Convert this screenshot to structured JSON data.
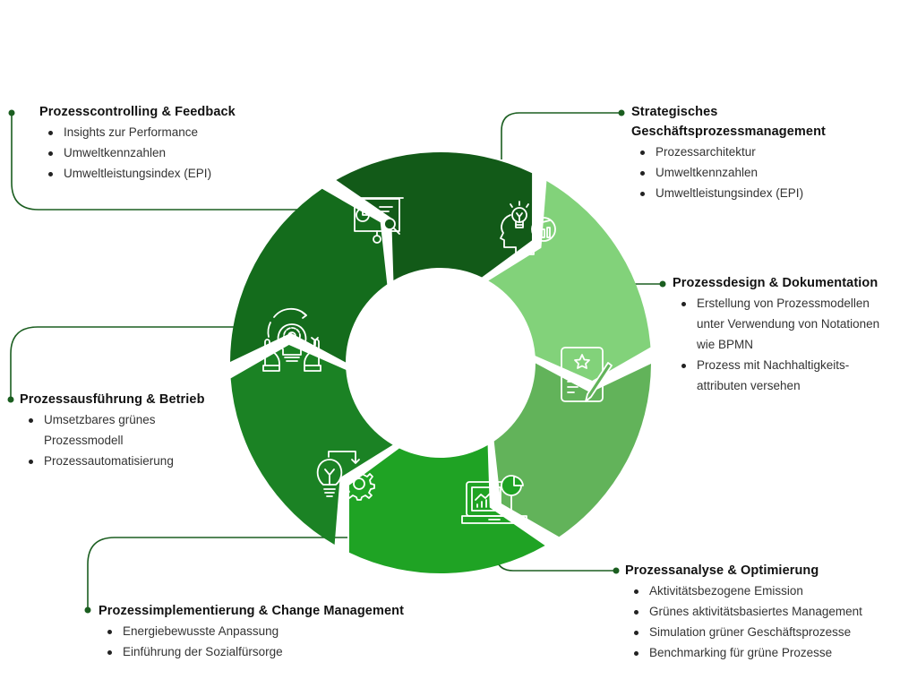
{
  "colors": {
    "connector": "#1b5e20",
    "icon_stroke": "#ffffff",
    "segments": [
      "#82d27a",
      "#62b35a",
      "#1fa324",
      "#1b8224",
      "#146c1c",
      "#125a18"
    ]
  },
  "cycle": {
    "segments": [
      {
        "id": "strategic",
        "icon": "lightbulb-head-chart-icon",
        "color_index": 0
      },
      {
        "id": "design",
        "icon": "document-pen-icon",
        "color_index": 1
      },
      {
        "id": "analyse",
        "icon": "laptop-chart-icon",
        "color_index": 2
      },
      {
        "id": "implement",
        "icon": "lightbulb-gear-icon",
        "color_index": 3
      },
      {
        "id": "execution",
        "icon": "hands-bulb-gear-icon",
        "color_index": 4
      },
      {
        "id": "controlling",
        "icon": "presentation-analysis-icon",
        "color_index": 5
      }
    ]
  },
  "blocks": {
    "controlling": {
      "title": "Prozesscontrolling & Feedback",
      "items": [
        "Insights zur Performance",
        "Umweltkennzahlen",
        "Umweltleistungsindex (EPI)"
      ]
    },
    "strategic": {
      "title_line1": "Strategisches",
      "title_line2": "Geschäftsprozessmanagement",
      "items": [
        "Prozessarchitektur",
        "Umweltkennzahlen",
        "Umweltleistungsindex (EPI)"
      ]
    },
    "design": {
      "title": "Prozessdesign & Dokumentation",
      "items": [
        {
          "line1": "Erstellung von Prozessmodellen",
          "line2": "unter Verwendung von Notationen",
          "line3": "wie BPMN"
        },
        {
          "line1": "Prozess mit Nachhaltigkeits-",
          "line2": "attributen versehen"
        }
      ]
    },
    "analyse": {
      "title": "Prozessanalyse & Optimierung",
      "items": [
        "Aktivitätsbezogene Emission",
        "Grünes aktivitätsbasiertes Management",
        "Simulation grüner Geschäftsprozesse",
        "Benchmarking für grüne Prozesse"
      ]
    },
    "implement": {
      "title": "Prozessimplementierung & Change Management",
      "items": [
        "Energiebewusste Anpassung",
        "Einführung der Sozialfürsorge"
      ]
    },
    "execution": {
      "title": "Prozessausführung & Betrieb",
      "items": [
        {
          "line1": "Umsetzbares grünes",
          "line2": "Prozessmodell"
        },
        {
          "line1": "Prozessautomatisierung"
        }
      ]
    }
  }
}
